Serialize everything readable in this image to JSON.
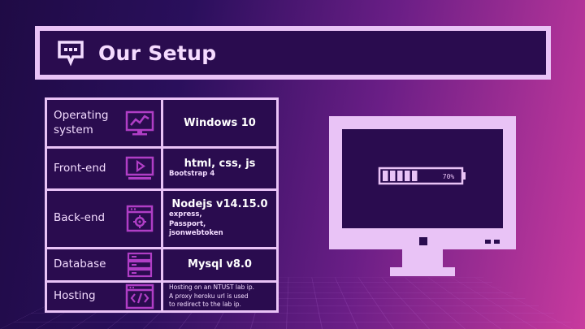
{
  "slide": {
    "title": "Our Setup"
  },
  "setup": {
    "rows": [
      {
        "label": "Operating system",
        "icon": "monitor-chart-icon",
        "value": "Windows 10"
      },
      {
        "label": "Front-end",
        "icon": "video-player-icon",
        "value": "html, css, js",
        "sub": [
          "Bootstrap 4"
        ]
      },
      {
        "label": "Back-end",
        "icon": "browser-gear-icon",
        "value": "Nodejs v14.15.0",
        "sub": [
          "express,",
          "Passport,",
          "jsonwebtoken"
        ]
      },
      {
        "label": "Database",
        "icon": "server-stack-icon",
        "value": "Mysql v8.0"
      },
      {
        "label": "Hosting",
        "icon": "code-window-icon",
        "lines": [
          "Hosting on an NTUST lab ip.",
          "A proxy heroku url is used",
          "to redirect to the lab ip."
        ]
      }
    ]
  },
  "monitor": {
    "loading_percent": "70%",
    "progress": 0.7
  },
  "colors": {
    "panel": "#2a0c4f",
    "border": "#e9c3f6",
    "accent": "#b03ec6"
  }
}
